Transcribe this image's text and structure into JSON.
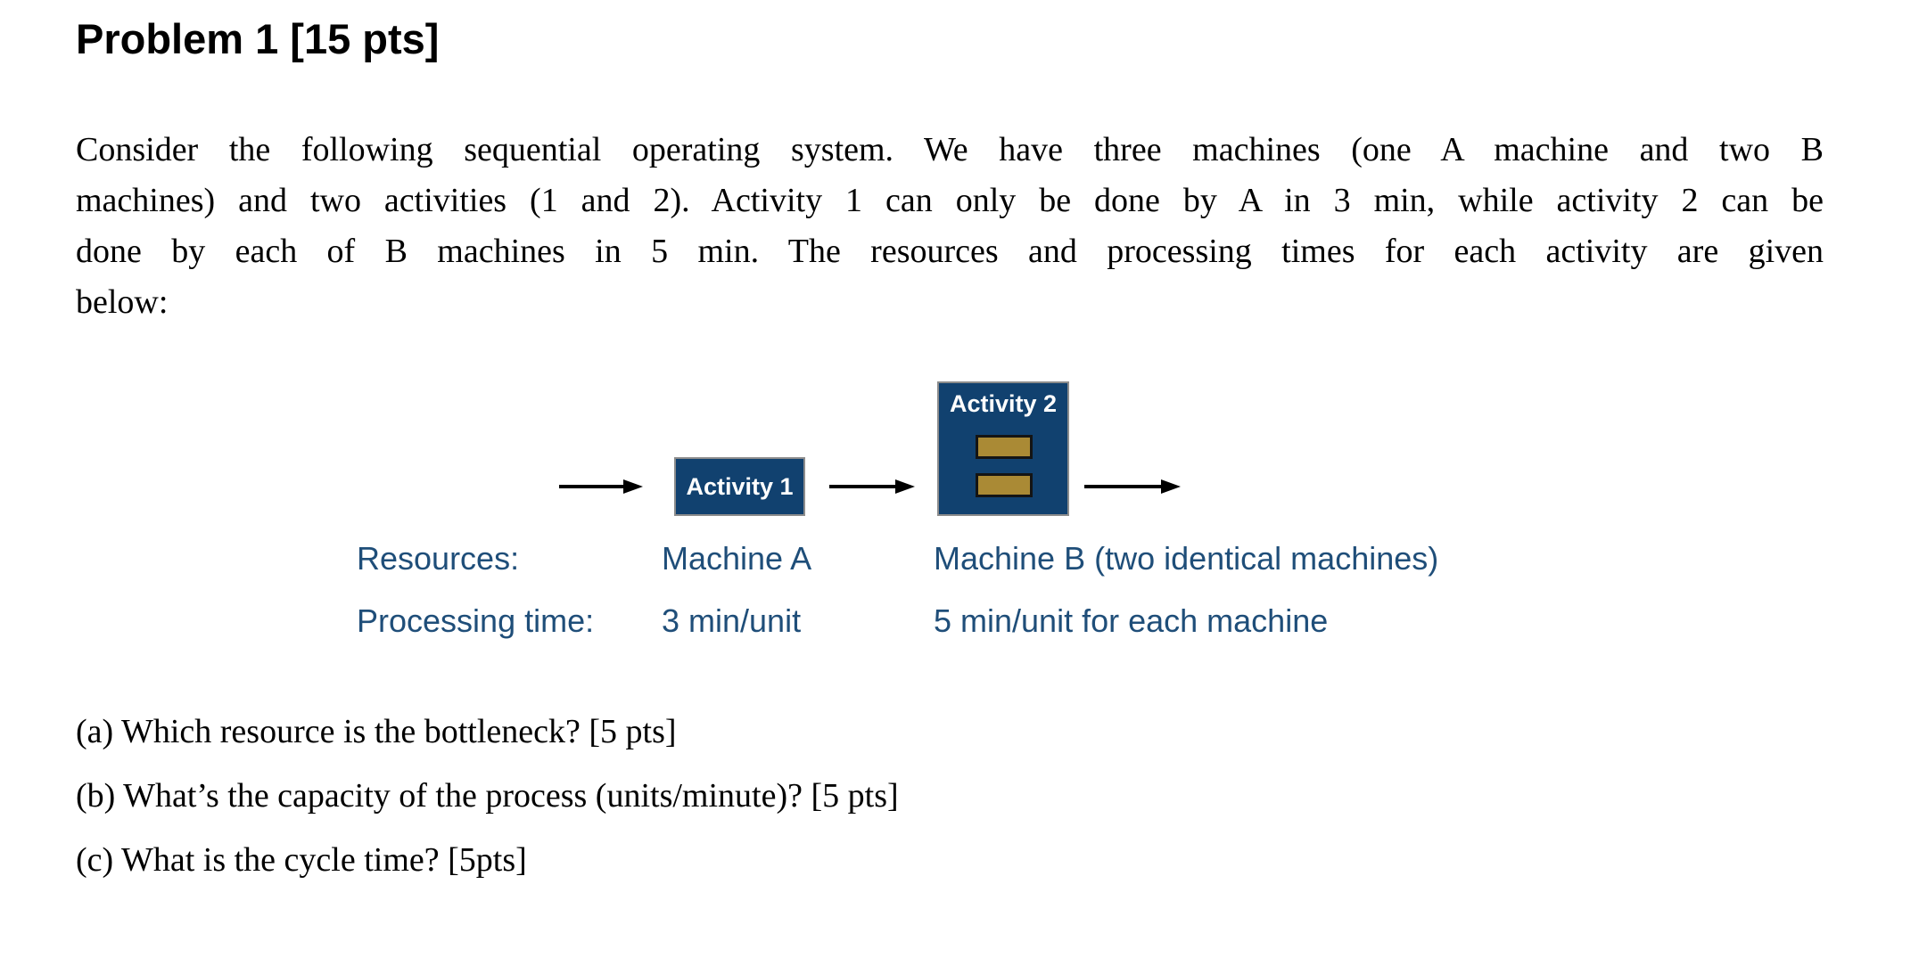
{
  "colors": {
    "activity_box": "#11416f",
    "box_border": "#8c8c8c",
    "machine_block": "#aa8a35",
    "machine_border": "#141414",
    "label_text": "#1f4e79",
    "arrow": "#000000",
    "body_text": "#000000",
    "background": "#ffffff"
  },
  "title": "Problem 1 [15 pts]",
  "paragraph_lines": [
    "Consider the following sequential operating system. We have three machines (one A machine and two B",
    "machines) and two activities (1 and 2). Activity 1 can only be done by A in 3 min, while activity 2 can be",
    "done by each of B machines in 5 min. The resources and processing times for each activity are given",
    "below:"
  ],
  "diagram": {
    "activity1_label": "Activity 1",
    "activity2_label": "Activity 2",
    "machine_count_activity2": 2
  },
  "resource_rows": {
    "resources_label": "Resources:",
    "resources_machine_a": "Machine A",
    "resources_machine_b": "Machine B (two identical machines)",
    "processing_label": "Processing time:",
    "processing_machine_a": "3 min/unit",
    "processing_machine_b": "5 min/unit for each machine"
  },
  "questions": [
    "(a) Which resource is the bottleneck? [5 pts]",
    "(b) What’s the capacity of the process (units/minute)? [5 pts]",
    "(c) What is the cycle time? [5pts]"
  ]
}
